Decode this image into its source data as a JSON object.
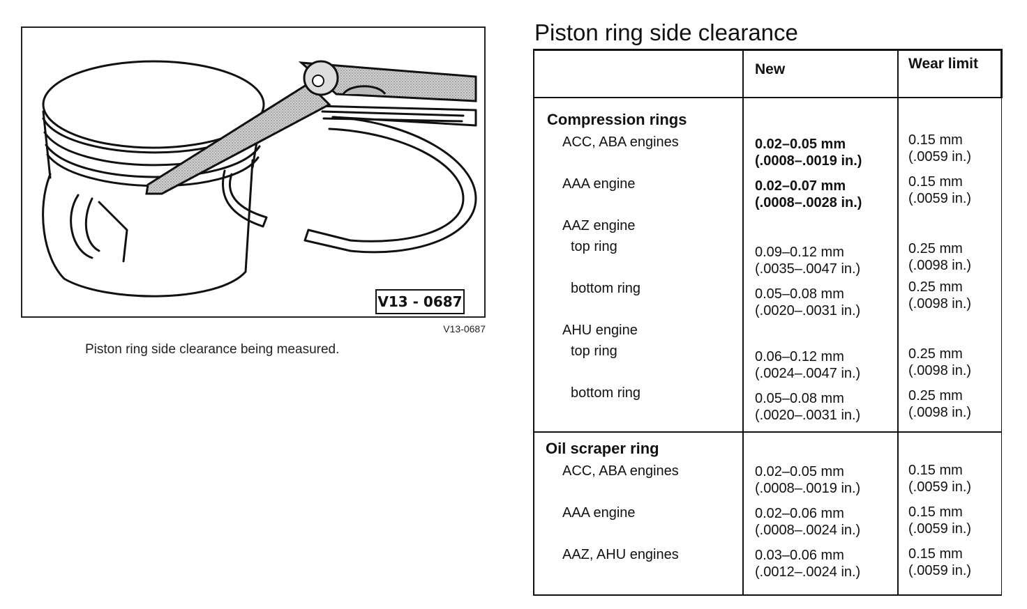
{
  "figure": {
    "code_box": "V13 - 0687",
    "ref": "V13-0687",
    "caption": "Piston ring side clearance being measured."
  },
  "title": "Piston ring side clearance",
  "table": {
    "headers": [
      "",
      "New",
      "Wear limit"
    ],
    "compression": {
      "heading": "Compression rings",
      "acc_aba": {
        "label": "ACC, ABA engines",
        "new_mm": "0.02–0.05 mm",
        "new_in": "(.0008–.0019 in.)",
        "wear_mm": "0.15 mm",
        "wear_in": "(.0059 in.)"
      },
      "aaa": {
        "label": "AAA engine",
        "new_mm": "0.02–0.07 mm",
        "new_in": "(.0008–.0028 in.)",
        "wear_mm": "0.15 mm",
        "wear_in": "(.0059 in.)"
      },
      "aaz": {
        "label": "AAZ engine",
        "top": {
          "label": "top ring",
          "new_mm": "0.09–0.12 mm",
          "new_in": "(.0035–.0047 in.)",
          "wear_mm": "0.25 mm",
          "wear_in": "(.0098 in.)"
        },
        "bottom": {
          "label": "bottom ring",
          "new_mm": "0.05–0.08 mm",
          "new_in": "(.0020–.0031 in.)",
          "wear_mm": "0.25 mm",
          "wear_in": "(.0098 in.)"
        }
      },
      "ahu": {
        "label": "AHU engine",
        "top": {
          "label": "top ring",
          "new_mm": "0.06–0.12 mm",
          "new_in": "(.0024–.0047 in.)",
          "wear_mm": "0.25 mm",
          "wear_in": "(.0098 in.)"
        },
        "bottom": {
          "label": "bottom ring",
          "new_mm": "0.05–0.08 mm",
          "new_in": "(.0020–.0031 in.)",
          "wear_mm": "0.25 mm",
          "wear_in": "(.0098 in.)"
        }
      }
    },
    "oil": {
      "heading": "Oil scraper ring",
      "acc_aba": {
        "label": "ACC, ABA engines",
        "new_mm": "0.02–0.05 mm",
        "new_in": "(.0008–.0019 in.)",
        "wear_mm": "0.15 mm",
        "wear_in": "(.0059 in.)"
      },
      "aaa": {
        "label": "AAA engine",
        "new_mm": "0.02–0.06 mm",
        "new_in": "(.0008–.0024 in.)",
        "wear_mm": "0.15 mm",
        "wear_in": "(.0059 in.)"
      },
      "aaz_ahu": {
        "label": "AAZ, AHU engines",
        "new_mm": "0.03–0.06 mm",
        "new_in": "(.0012–.0024 in.)",
        "wear_mm": "0.15 mm",
        "wear_in": "(.0059 in.)"
      }
    }
  }
}
